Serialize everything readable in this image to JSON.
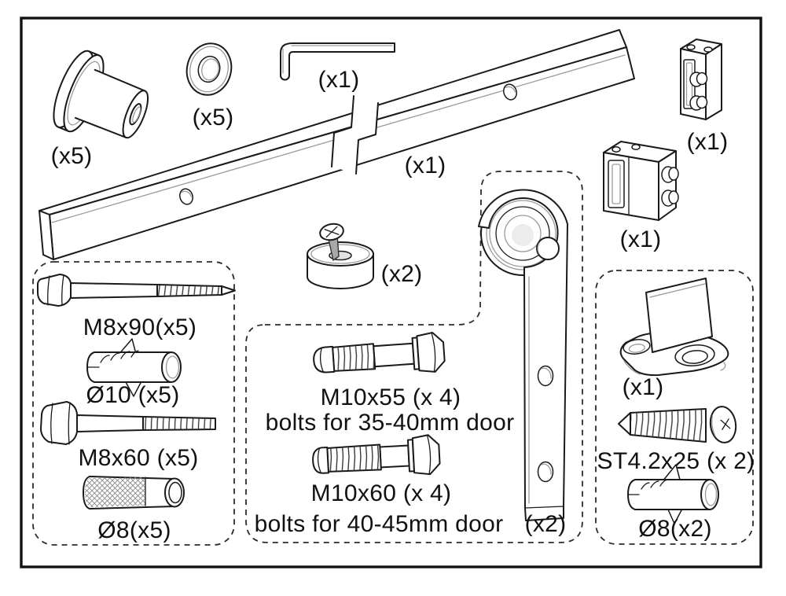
{
  "parts": {
    "wall_spacer": {
      "qty": "(x5)"
    },
    "washer": {
      "qty": "(x5)"
    },
    "allen_key": {
      "qty": "(x1)"
    },
    "rail": {
      "qty": "(x1)"
    },
    "door_stop_small": {
      "qty": "(x1)"
    },
    "door_stop_large": {
      "qty": "(x1)"
    },
    "anti_jump_disc": {
      "qty": "(x2)"
    },
    "roller_hanger": {
      "qty": "(x2)"
    },
    "floor_guide": {
      "qty": "(x1)"
    }
  },
  "wall_fixings_box": {
    "lag_screw_label": "M8x90(x5)",
    "anchor10_label": "Ø10 (x5)",
    "hex_bolt_label": "M8x60 (x5)",
    "spacer_tube_label": "Ø8(x5)"
  },
  "door_bolts_box": {
    "bolt55_label": "M10x55 (x 4)",
    "bolt55_note": "bolts  for 35-40mm door",
    "bolt60_label": "M10x60 (x 4)",
    "bolt60_note": "bolts  for 40-45mm door"
  },
  "floor_guide_box": {
    "screw_label": "ST4.2x25 (x 2)",
    "anchor8_label": "Ø8(x2)"
  }
}
